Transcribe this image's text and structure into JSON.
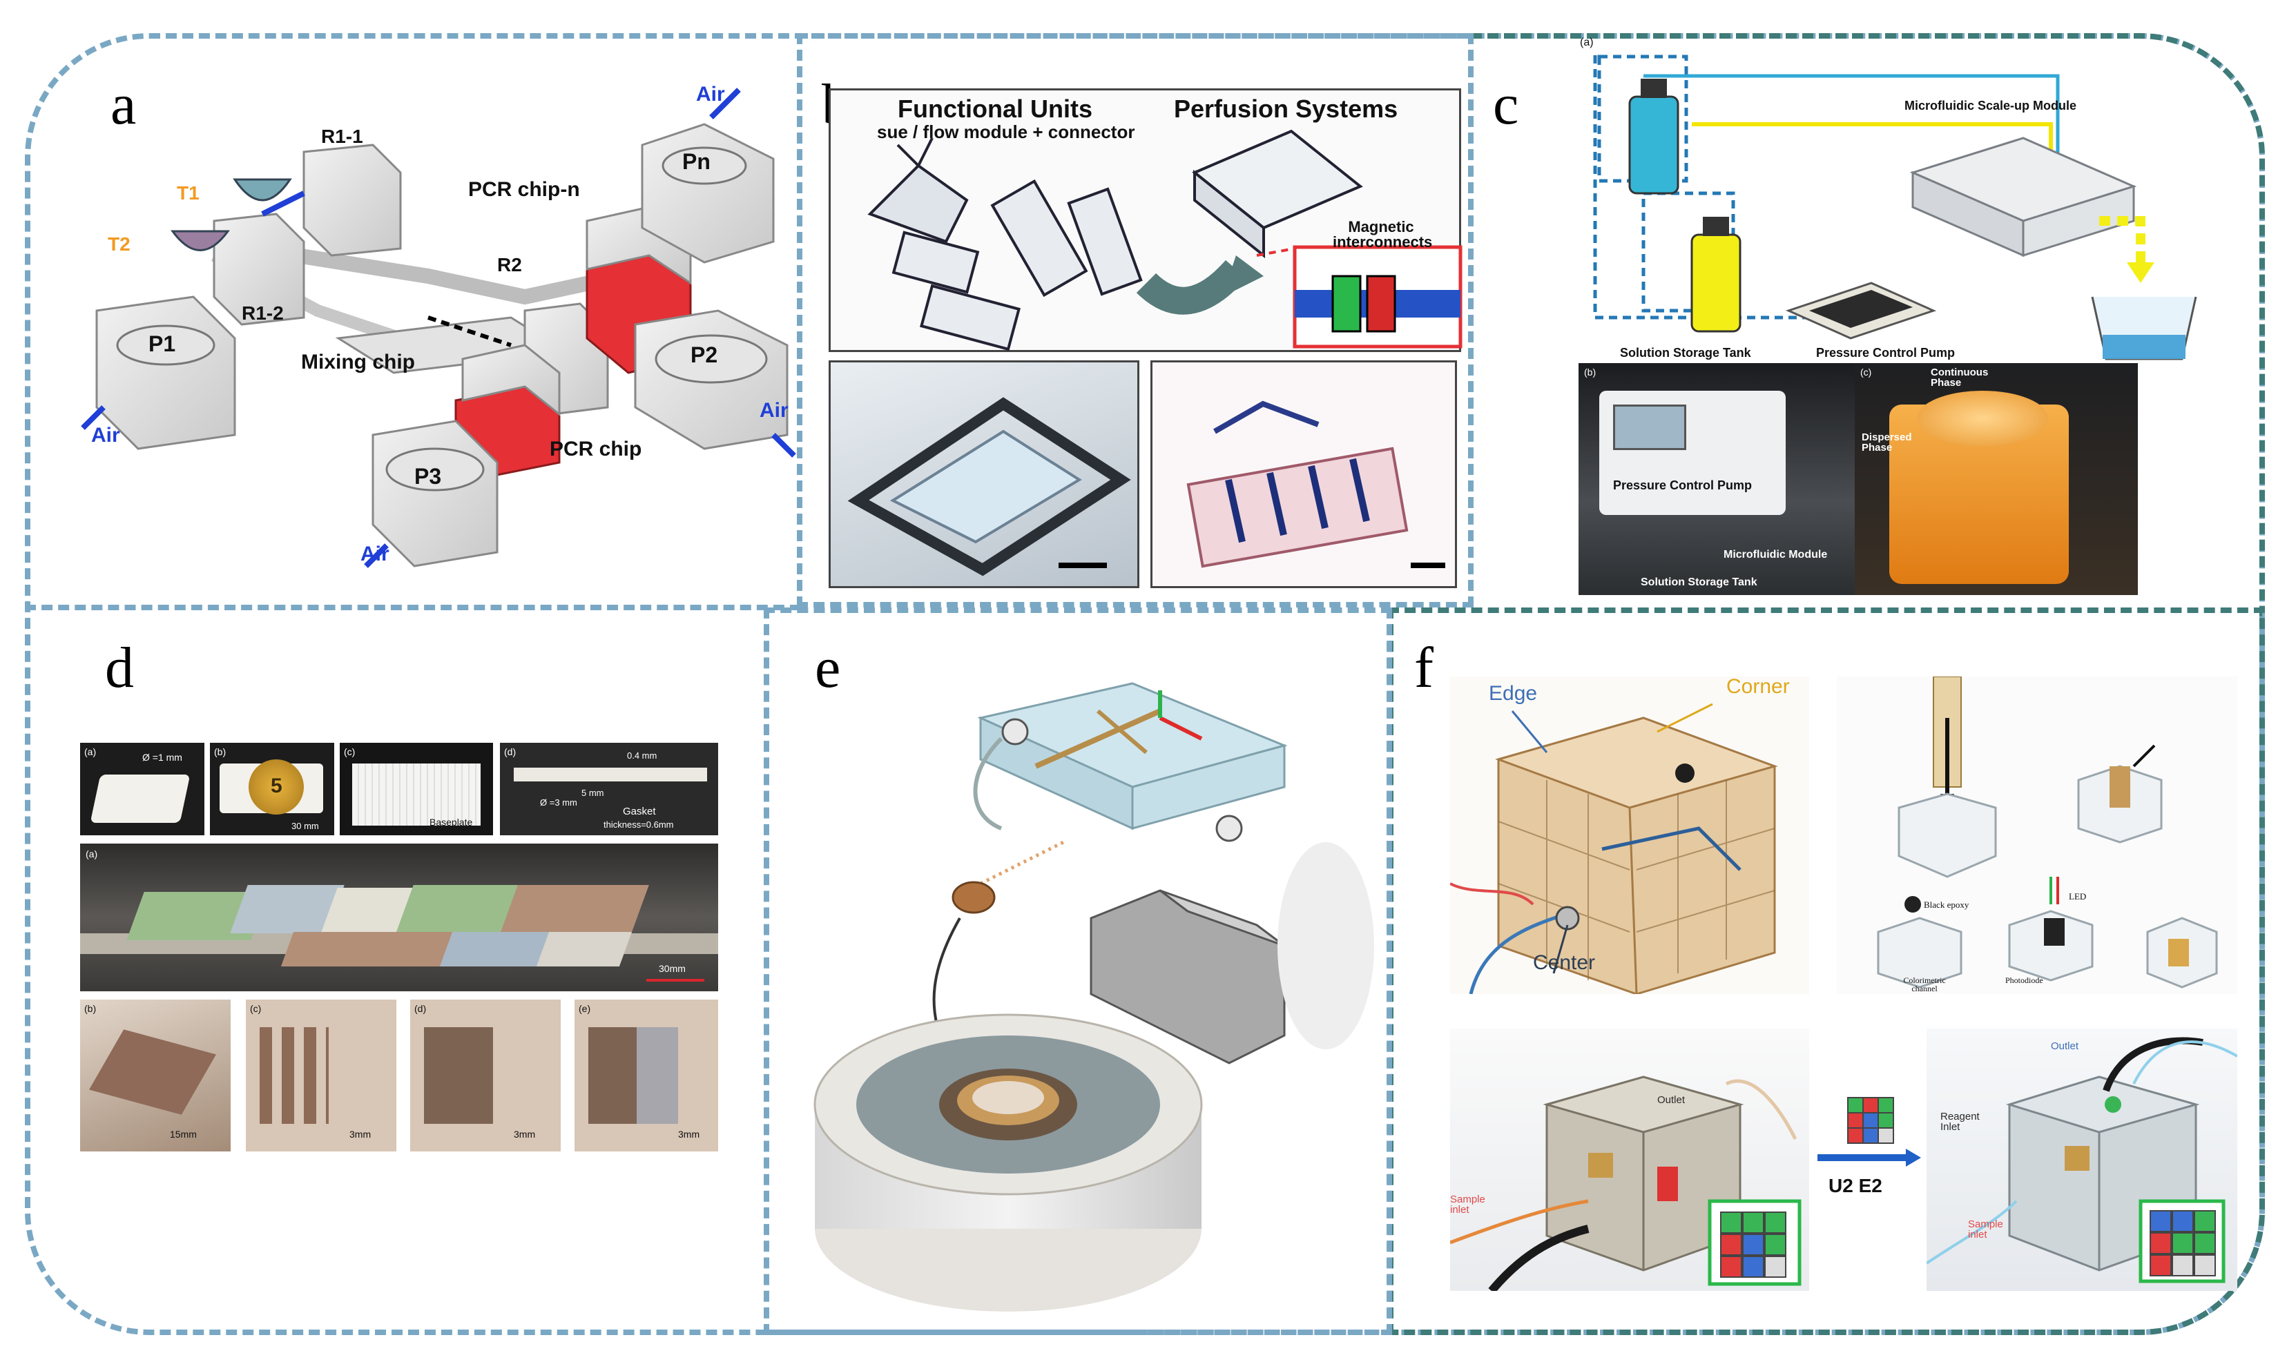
{
  "figure": {
    "colors": {
      "top_dash": "#7aa8c4",
      "bottom_dash": "#3f7b78",
      "pcr_red": "#e53035",
      "accent_blue": "#1f3fd6",
      "accent_orange": "#f29a22"
    },
    "panels": {
      "a": {
        "label": "a",
        "texts": {
          "r1_1": "R1-1",
          "t1": "T1",
          "t2": "T2",
          "r1_2": "R1-2",
          "p1": "P1",
          "air1": "Air",
          "mixing": "Mixing chip",
          "r2": "R2",
          "pcr_n": "PCR chip-n",
          "pn": "Pn",
          "air2": "Air",
          "p2": "P2",
          "air3": "Air",
          "pcr": "PCR chip",
          "p3": "P3",
          "air4": "Air"
        }
      },
      "b": {
        "label": "b",
        "texts": {
          "functional": "Functional Units",
          "sue": "sue / flow module + connector",
          "perfusion": "Perfusion Systems",
          "magnetic": "Magnetic interconnects"
        }
      },
      "c": {
        "label": "c",
        "texts": {
          "sub_a": "(a)",
          "scaleup": "Microfluidic Scale-up Module",
          "storage": "Solution Storage Tank",
          "pump": "Pressure Control Pump",
          "sub_b": "(b)",
          "pump_photo": "Pressure Control Pump",
          "module": "Microfluidic Module",
          "storage_photo": "Solution Storage Tank",
          "sub_c": "(c)",
          "continuous": "Continuous Phase",
          "dispersed": "Dispersed Phase"
        }
      },
      "d": {
        "label": "d",
        "texts": {
          "top_a": "(a)",
          "top_a_dim": "Ø =1 mm",
          "top_b": "(b)",
          "coin": "5",
          "top_b_dim": "30 mm",
          "top_c": "(c)",
          "baseplate": "Baseplate",
          "top_d": "(d)",
          "d_04": "0.4 mm",
          "d_5": "5 mm",
          "d_3": "Ø =3 mm",
          "gasket": "Gasket",
          "thickness": "thickness=0.6mm",
          "mid_a": "(a)",
          "mid_scale": "30mm",
          "bot_b": "(b)",
          "bot_b_scale": "15mm",
          "bot_c": "(c)",
          "bot_c_scale": "3mm",
          "bot_d": "(d)",
          "bot_d_scale": "3mm",
          "bot_e": "(e)",
          "bot_e_scale": "3mm"
        }
      },
      "e": {
        "label": "e"
      },
      "f": {
        "label": "f",
        "texts": {
          "edge": "Edge",
          "corner": "Corner",
          "center": "Center",
          "black_epoxy": "Black epoxy",
          "led": "LED",
          "colorimetric": "Colorimetric channel",
          "photodiode": "Photodiode",
          "outlet1": "Outlet",
          "sample_inlet1": "Sample inlet",
          "move": "U2 E2",
          "outlet2": "Outlet",
          "reagent": "Reagent Inlet",
          "sample_inlet2": "Sample inlet"
        }
      }
    }
  }
}
